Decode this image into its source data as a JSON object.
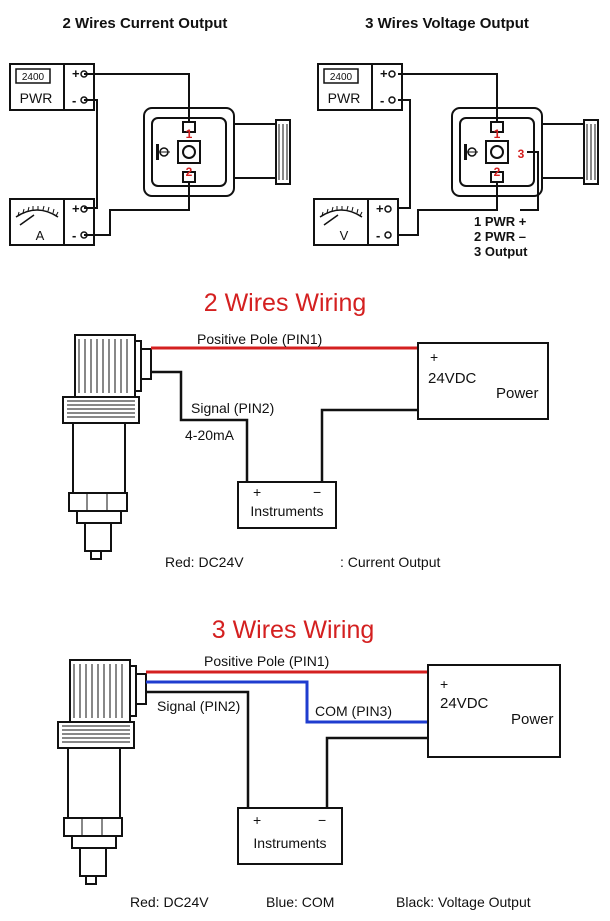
{
  "top_left": {
    "title": "2 Wires Current Output",
    "meter_display": "2400",
    "pwr_label": "PWR",
    "ammeter_label": "A",
    "plus": "+",
    "minus": "-",
    "pin1": "1",
    "pin2": "2"
  },
  "top_right": {
    "title": "3 Wires Voltage Output",
    "meter_display": "2400",
    "pwr_label": "PWR",
    "voltmeter_label": "V",
    "plus": "+",
    "minus": "-",
    "pin1": "1",
    "pin2": "2",
    "pin3": "3",
    "legend": [
      "1 PWR +",
      "2 PWR –",
      "3 Output"
    ]
  },
  "two_wire": {
    "heading": "2 Wires Wiring",
    "positive_pole": "Positive Pole (PIN1)",
    "signal": "Signal (PIN2)",
    "current_range": "4-20mA",
    "supply_plus": "+",
    "supply_voltage": "24VDC",
    "supply_label": "Power",
    "instr_plus": "+",
    "instr_minus": "−",
    "instruments": "Instruments",
    "note_red": "Red: DC24V",
    "note_output": ": Current Output"
  },
  "three_wire": {
    "heading": "3 Wires Wiring",
    "positive_pole": "Positive Pole (PIN1)",
    "com": "COM (PIN3)",
    "signal": "Signal (PIN2)",
    "supply_plus": "+",
    "supply_voltage": "24VDC",
    "supply_label": "Power",
    "instr_plus": "+",
    "instr_minus": "−",
    "instruments": "Instruments",
    "note_red": "Red: DC24V",
    "note_blue": "Blue: COM",
    "note_black": "Black: Voltage Output"
  },
  "colors": {
    "red_wire": "#d42020",
    "blue_wire": "#1f3ccf",
    "black_wire": "#111111",
    "heading_red": "#d42020"
  }
}
